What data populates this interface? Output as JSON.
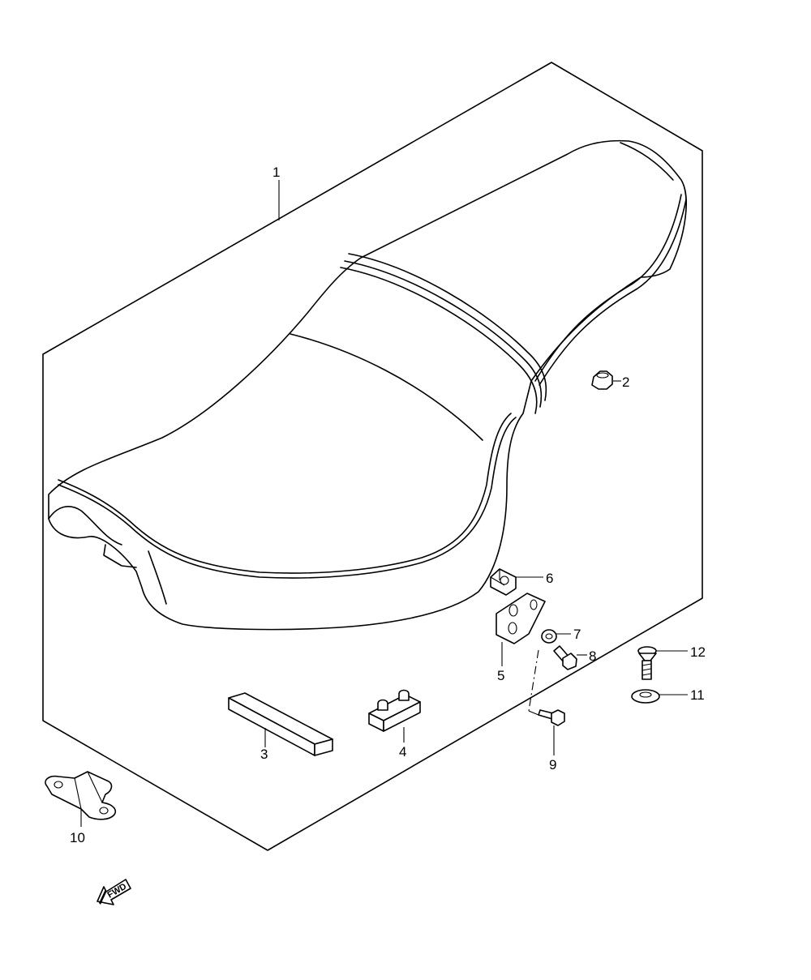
{
  "callouts": [
    {
      "key": "1",
      "text": "1"
    },
    {
      "key": "2",
      "text": "2"
    },
    {
      "key": "3",
      "text": "3"
    },
    {
      "key": "4",
      "text": "4"
    },
    {
      "key": "5",
      "text": "5"
    },
    {
      "key": "6",
      "text": "6"
    },
    {
      "key": "7",
      "text": "7"
    },
    {
      "key": "8",
      "text": "8"
    },
    {
      "key": "9",
      "text": "9"
    },
    {
      "key": "10",
      "text": "10"
    },
    {
      "key": "11",
      "text": "11"
    },
    {
      "key": "12",
      "text": "12"
    }
  ],
  "direction_arrow": {
    "text": "FWD",
    "icon": "forward-arrow-icon"
  }
}
